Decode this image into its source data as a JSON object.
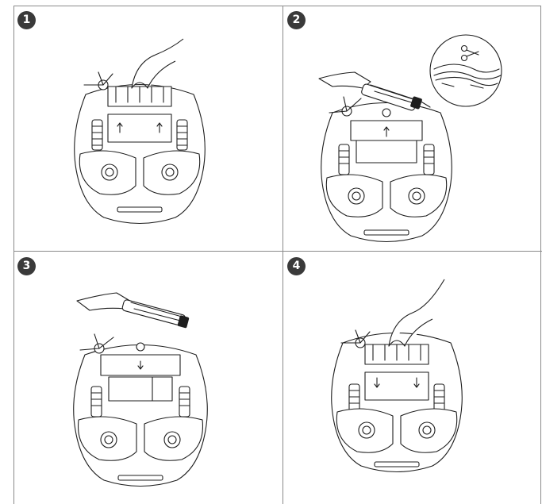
{
  "steps": [
    {
      "number": "1",
      "illustration": "remove-brush-cover-icon"
    },
    {
      "number": "2",
      "illustration": "cut-hair-from-main-brush-icon"
    },
    {
      "number": "3",
      "illustration": "reinsert-main-brush-icon"
    },
    {
      "number": "4",
      "illustration": "close-brush-cover-icon"
    }
  ],
  "colors": {
    "line": "#1e1e1e",
    "badge": "#3a3a3a",
    "divider": "#8a8a8a"
  }
}
